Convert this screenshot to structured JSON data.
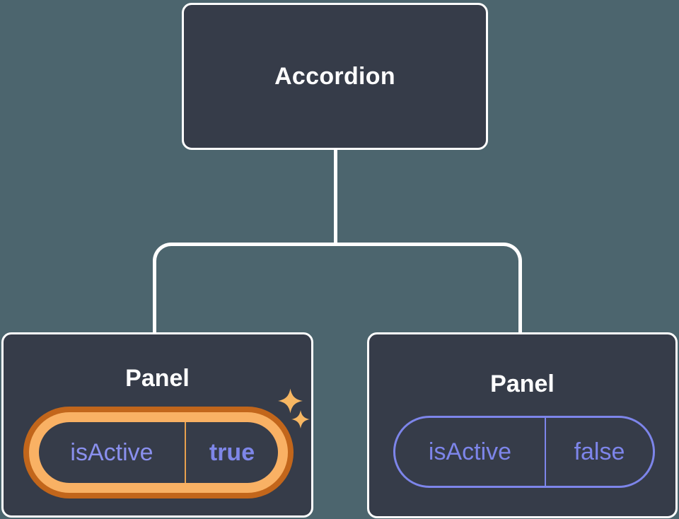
{
  "diagram": {
    "root": {
      "label": "Accordion"
    },
    "panels": [
      {
        "title": "Panel",
        "prop_name": "isActive",
        "prop_value": "true",
        "highlighted": true
      },
      {
        "title": "Panel",
        "prop_name": "isActive",
        "prop_value": "false",
        "highlighted": false
      }
    ]
  },
  "icons": {
    "sparkle_large": "sparkle-icon",
    "sparkle_small": "sparkle-icon"
  },
  "colors": {
    "background": "#4C656E",
    "node_background": "#363C49",
    "node_border": "#FFFFFF",
    "connector": "#FFFFFF",
    "accent_purple": "#7D85EA",
    "accent_purple_light": "#8A90EE",
    "highlight_orange_dark": "#C2661B",
    "highlight_orange_light": "#F9B164",
    "highlight_divider": "#E8A14E",
    "sparkle_gold": "#F7B763"
  }
}
